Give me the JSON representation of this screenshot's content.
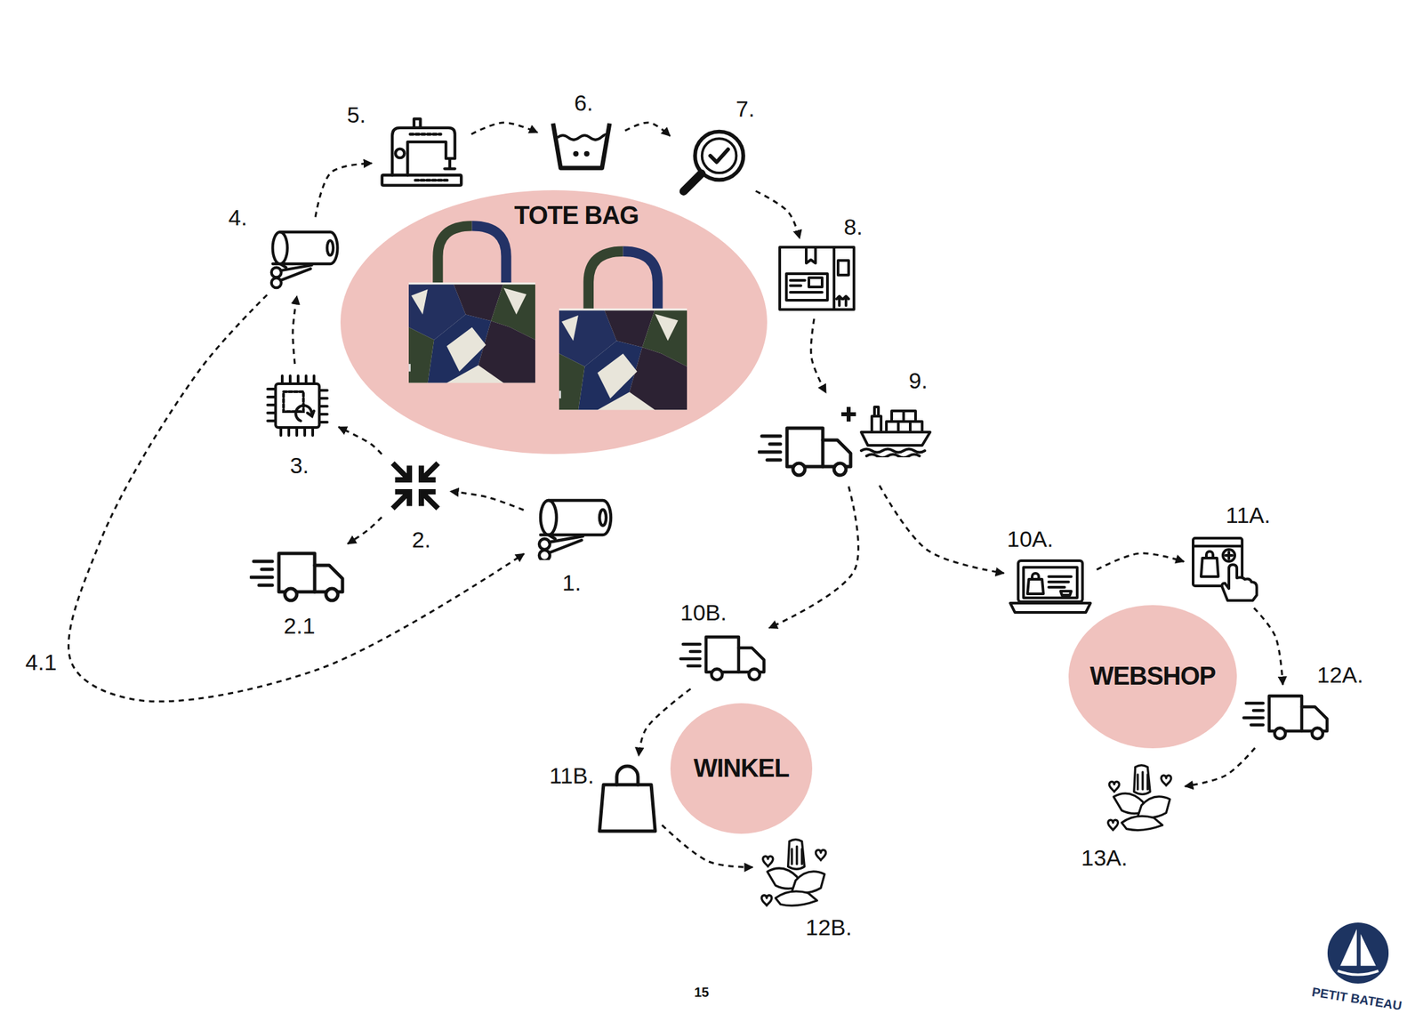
{
  "diagram": {
    "nodes": [
      {
        "text": [
          "1."
        ]
      },
      {
        "text": [
          "2."
        ]
      },
      {
        "text": [
          "2.1"
        ]
      },
      {
        "text": [
          "3."
        ]
      },
      {
        "text": [
          "4."
        ]
      },
      {
        "text": [
          "5."
        ]
      },
      {
        "text": [
          "6."
        ]
      },
      {
        "text": [
          "7."
        ]
      },
      {
        "text": [
          "8."
        ]
      },
      {
        "text": [
          "9."
        ]
      },
      {
        "text": [
          "TOTE BAG"
        ]
      },
      {
        "text": [
          "10A."
        ]
      },
      {
        "text": [
          "11A."
        ]
      },
      {
        "text": [
          "12A."
        ]
      },
      {
        "text": [
          "13A."
        ]
      },
      {
        "text": [
          "WEBSHOP"
        ]
      },
      {
        "text": [
          "10B."
        ]
      },
      {
        "text": [
          "11B."
        ]
      },
      {
        "text": [
          "12B."
        ]
      },
      {
        "text": [
          "WINKEL"
        ]
      }
    ],
    "edges": [
      {
        "from": 0,
        "to": 1,
        "arrow": "to"
      },
      {
        "from": 1,
        "to": 2,
        "arrow": "to"
      },
      {
        "from": 1,
        "to": 3,
        "arrow": "to"
      },
      {
        "from": 3,
        "to": 4,
        "arrow": "to"
      },
      {
        "from": 4,
        "to": 5,
        "arrow": "to"
      },
      {
        "from": 5,
        "to": 6,
        "arrow": "to"
      },
      {
        "from": 6,
        "to": 7,
        "arrow": "to"
      },
      {
        "from": 7,
        "to": 8,
        "arrow": "to"
      },
      {
        "from": 8,
        "to": 9,
        "arrow": "to"
      },
      {
        "from": 9,
        "to": 11,
        "arrow": "to"
      },
      {
        "from": 9,
        "to": 16,
        "arrow": "to"
      },
      {
        "from": 11,
        "to": 12,
        "arrow": "to"
      },
      {
        "from": 12,
        "to": 13,
        "arrow": "to"
      },
      {
        "from": 13,
        "to": 14,
        "arrow": "to"
      },
      {
        "from": 16,
        "to": 17,
        "arrow": "to"
      },
      {
        "from": 17,
        "to": 18,
        "arrow": "to"
      },
      {
        "from": 4,
        "to": 0,
        "label": "4.1",
        "arrow": "to"
      }
    ],
    "labels": [
      "15",
      "PETIT BATEAU"
    ]
  }
}
